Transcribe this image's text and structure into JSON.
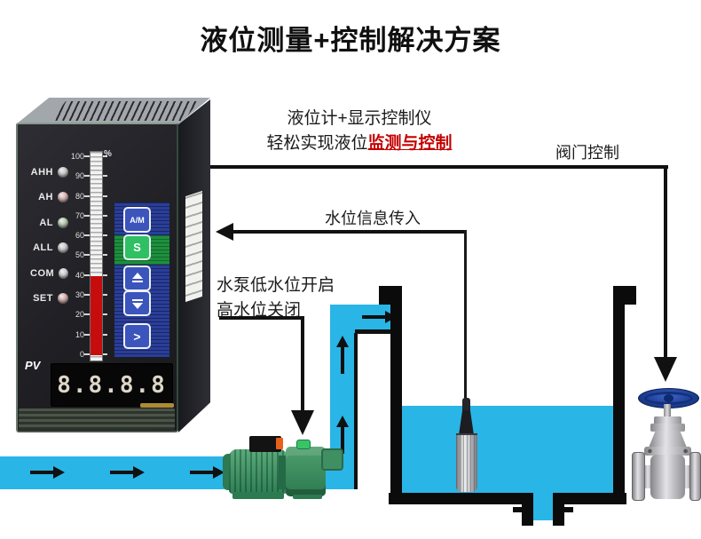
{
  "title": "液位测量+控制解决方案",
  "subtitle": {
    "line1": "液位计+显示控制仪",
    "line2_prefix": "轻松实现液位",
    "line2_highlight": "监测与控制"
  },
  "annotations": {
    "valve_control_label": "阀门控制",
    "water_info_label": "水位信息传入",
    "pump_rule_line1": "水泵低水位开启",
    "pump_rule_line2": "高水位关闭"
  },
  "instrument": {
    "alarm_leds": [
      {
        "label": "AHH",
        "color": "#c6c6c6"
      },
      {
        "label": "AH",
        "color": "#d8b0b0"
      },
      {
        "label": "AL",
        "color": "#b2c6aa"
      },
      {
        "label": "ALL",
        "color": "#c6c6c6"
      },
      {
        "label": "COM",
        "color": "#cdcdcd"
      },
      {
        "label": "SET",
        "color": "#d8a8a8"
      }
    ],
    "bargraph": {
      "tick_labels": [
        "100",
        "90",
        "80",
        "70",
        "60",
        "50",
        "40",
        "30",
        "20",
        "10",
        "0"
      ],
      "unit": "%",
      "fill_percent": 40,
      "fill_color": "#c60d0d"
    },
    "buttons": {
      "auto_manual": "A/M",
      "set": "S",
      "right_glyph": ">"
    },
    "pv_label": "PV",
    "display_value": "8.8.8.8"
  },
  "colors": {
    "pipe": "#2ab5e7",
    "line": "#111111",
    "accent_red": "#c40000"
  }
}
